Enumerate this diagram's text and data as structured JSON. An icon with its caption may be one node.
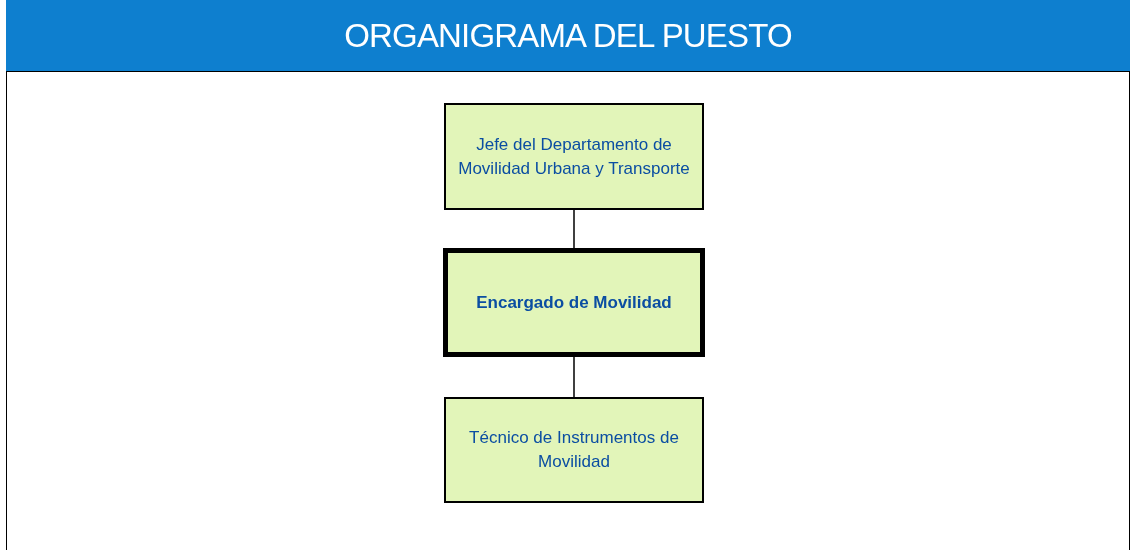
{
  "diagram": {
    "title": "ORGANIGRAMA DEL PUESTO",
    "nodes": [
      {
        "text": [
          "Jefe del Departamento de Movilidad Urbana y Transporte"
        ]
      },
      {
        "text": [
          "Encargado de Movilidad"
        ]
      },
      {
        "text": [
          "Técnico de Instrumentos de Movilidad"
        ]
      }
    ],
    "edges": [
      {
        "from": 0,
        "to": 1,
        "arrow": "none"
      },
      {
        "from": 1,
        "to": 2,
        "arrow": "none"
      }
    ]
  }
}
